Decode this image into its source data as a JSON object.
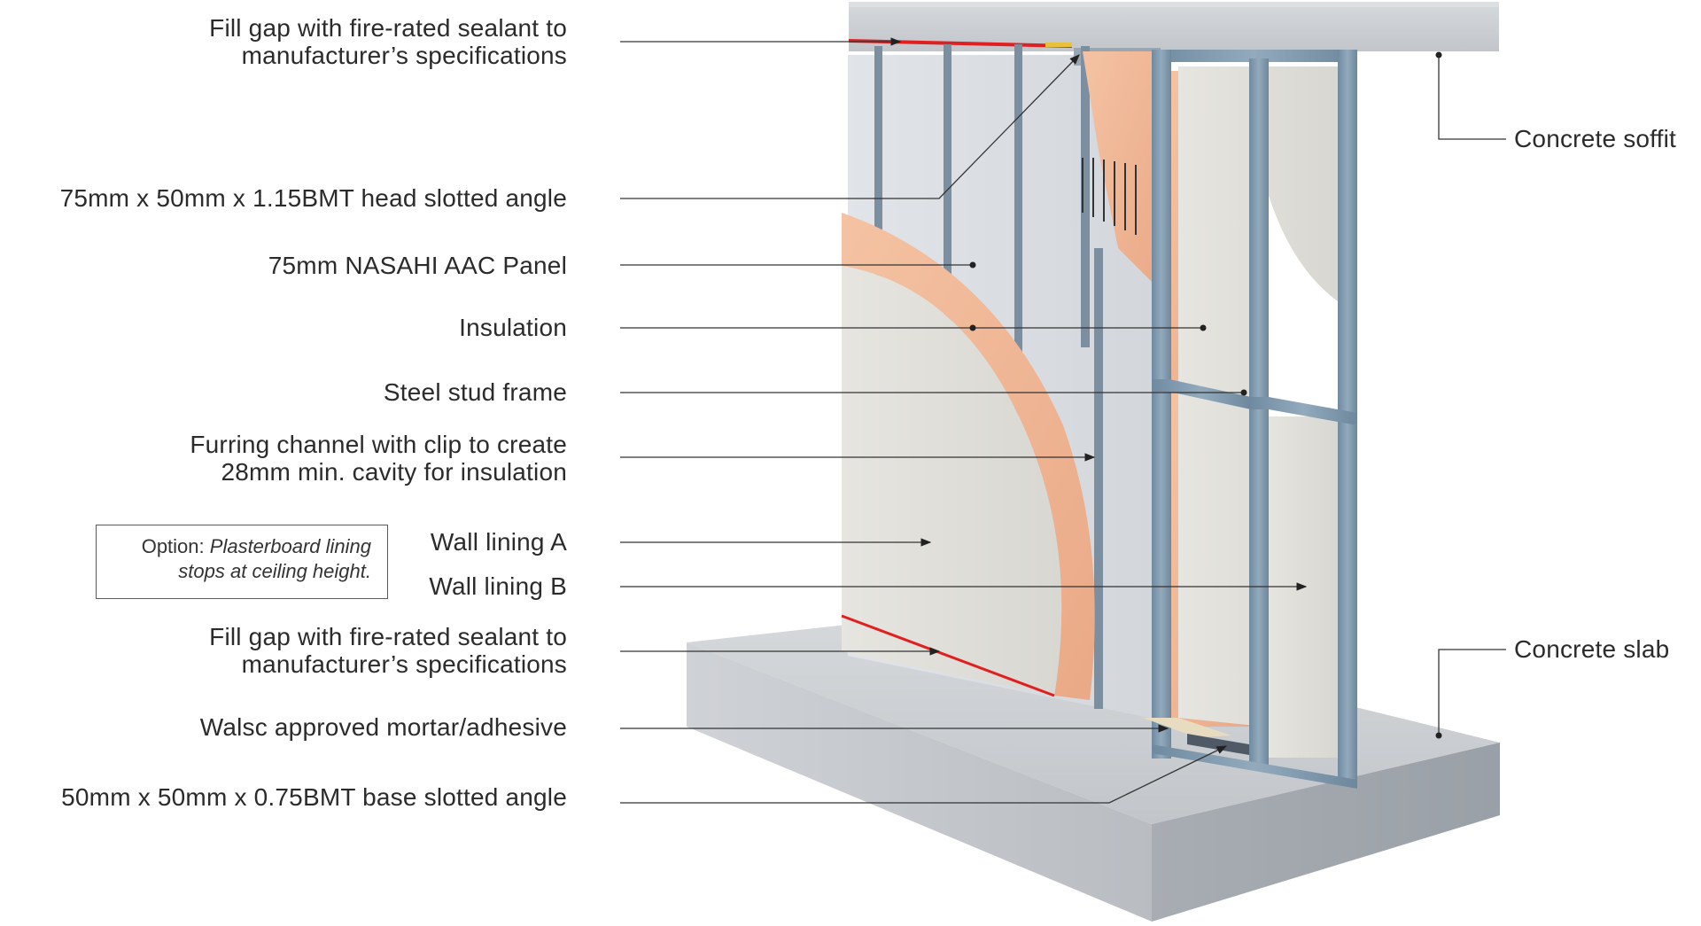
{
  "labels_left": {
    "fire_sealant_top": [
      "Fill gap with fire-rated sealant to",
      "manufacturer’s specifications"
    ],
    "head_angle": "75mm x 50mm x 1.15BMT head slotted angle",
    "aac_panel": "75mm NASAHI AAC Panel",
    "insulation": "Insulation",
    "stud_frame": "Steel stud frame",
    "furring_channel": [
      "Furring channel with clip to create",
      "28mm min. cavity for insulation"
    ],
    "wall_lining_a": "Wall lining A",
    "wall_lining_b": "Wall lining B",
    "fire_sealant_bottom": [
      "Fill gap with fire-rated sealant to",
      "manufacturer’s specifications"
    ],
    "mortar": "Walsc approved mortar/adhesive",
    "base_angle": "50mm x 50mm x 0.75BMT base slotted angle"
  },
  "labels_right": {
    "soffit": "Concrete soffit",
    "slab": "Concrete slab"
  },
  "option_note": {
    "prefix": "Option:",
    "line1_rest": "Plasterboard lining",
    "line2": "stops at ceiling height."
  },
  "colors": {
    "concrete": "#c9ccd0",
    "aac_panel": "#dcdfe3",
    "insulation": "#f0b898",
    "steel": "#7e98ad",
    "plasterboard": "#e2e1dc",
    "sealant": "#e02020",
    "leader_line": "#333333"
  }
}
